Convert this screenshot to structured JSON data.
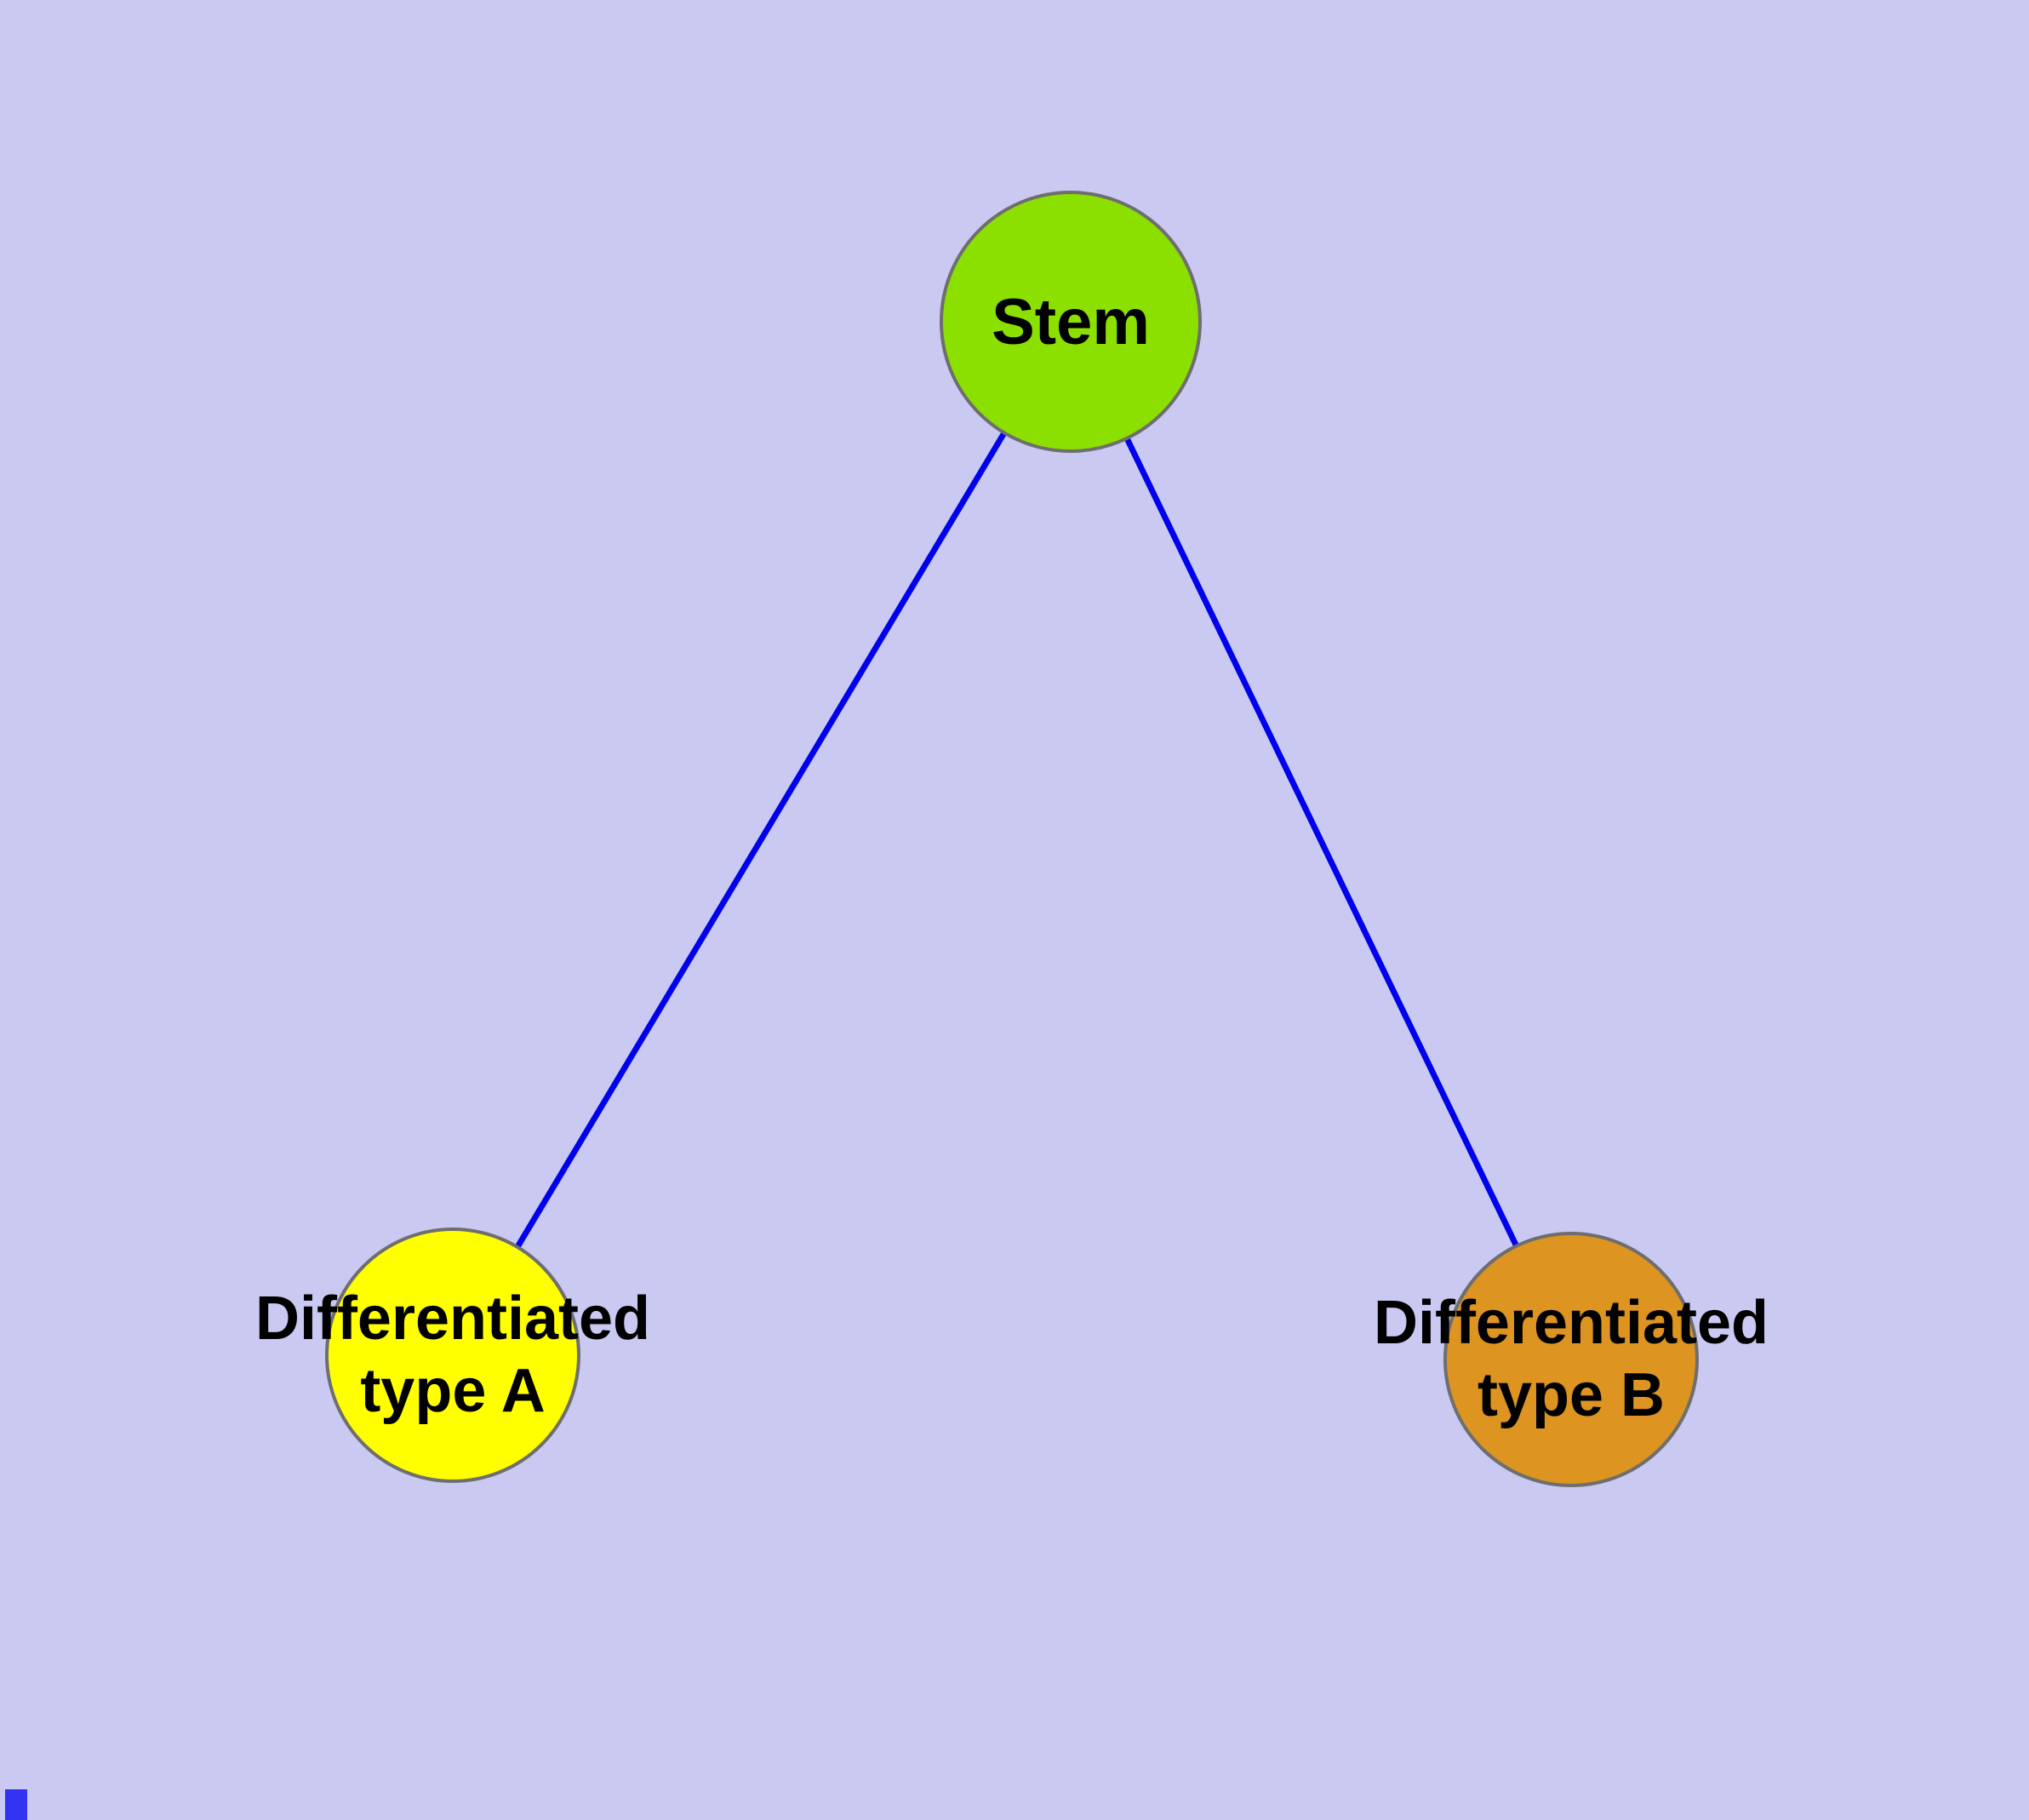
{
  "diagram": {
    "background_color": "#c9c9f1",
    "edge_color": "#0000ee",
    "artifact_color": "#3333f2",
    "nodes": {
      "stem": {
        "label": "Stem",
        "fill": "#8ce000",
        "border": "#6e6e6e"
      },
      "type_a": {
        "label": "Differentiated type A",
        "fill": "#ffff00",
        "border": "#6e6e6e"
      },
      "type_b": {
        "label": "Differentiated type B",
        "fill": "#dd9420",
        "border": "#6e6e6e"
      }
    },
    "edges": [
      {
        "from": "stem",
        "to": "type_a"
      },
      {
        "from": "stem",
        "to": "type_b"
      }
    ]
  }
}
